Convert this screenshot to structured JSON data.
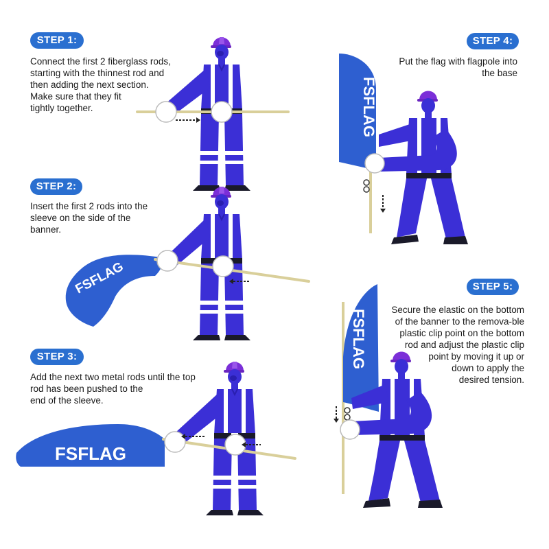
{
  "brand": {
    "flag_text": "FSFLAG",
    "flag_color": "#2e5fd0",
    "worker_color": "#3b2fd6",
    "helmet_color": "#7b2fd8",
    "badge_color": "#2a6fd0",
    "rod_color": "#d9cf9a"
  },
  "steps": [
    {
      "label": "STEP 1:",
      "text": "Connect the first 2 fiberglass rods,\nstarting with the thinnest rod and\nthen adding the next section.\nMake sure that they fit\ntightly together."
    },
    {
      "label": "STEP 2:",
      "text": "Insert the first 2 rods into the\nsleeve on the side of the\nbanner."
    },
    {
      "label": "STEP 3:",
      "text": "Add the next two metal rods until the top\nrod has been pushed to the\nend of the sleeve."
    },
    {
      "label": "STEP 4:",
      "text": "Put the flag with flagpole into\nthe base"
    },
    {
      "label": "STEP 5:",
      "text": "Secure the elastic on the bottom\nof the banner to the remova-ble\nplastic clip point on the bottom\nrod and adjust the plastic clip\npoint by moving it up or\ndown to apply the\ndesired tension."
    }
  ]
}
